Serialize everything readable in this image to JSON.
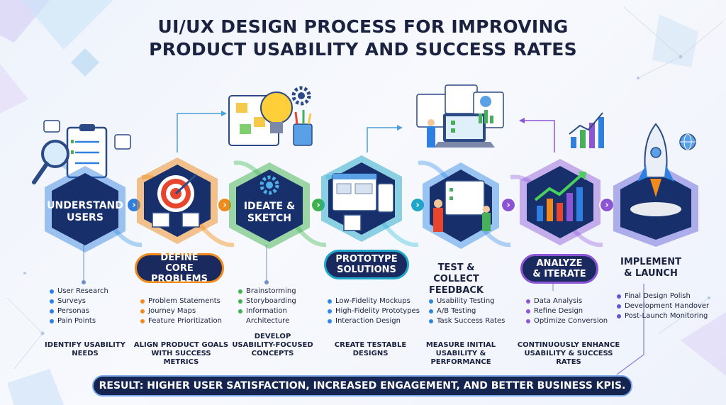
{
  "title": {
    "line1": "UI/UX DESIGN PROCESS FOR IMPROVING",
    "line2": "PRODUCT USABILITY AND SUCCESS RATES"
  },
  "stages": [
    {
      "label": "UNDERSTAND USERS",
      "color": "#2f7fe0",
      "bullets": [
        "User Research",
        "Surveys",
        "Personas",
        "Pain Points"
      ],
      "summary": "IDENTIFY USABILITY NEEDS"
    },
    {
      "label": "DEFINE CORE PROBLEMS",
      "color": "#f08a1c",
      "bullets": [
        "Problem Statements",
        "Journey Maps",
        "Feature Prioritization"
      ],
      "summary": "ALIGN PRODUCT GOALS WITH SUCCESS METRICS"
    },
    {
      "label": "IDEATE & SKETCH",
      "color": "#3fb24f",
      "bullets": [
        "Brainstorming",
        "Storyboarding",
        "Information Architecture"
      ],
      "summary": "DEVELOP USABILITY-FOCUSED CONCEPTS"
    },
    {
      "label": "PROTOTYPE SOLUTIONS",
      "color": "#1fa6c8",
      "bullets": [
        "Low-Fidelity Mockups",
        "High-Fidelity Prototypes",
        "Interaction Design"
      ],
      "summary": "CREATE TESTABLE DESIGNS"
    },
    {
      "label": "TEST & COLLECT FEEDBACK",
      "color": "#2b86e6",
      "bullets": [
        "Usability Testing",
        "A/B Testing",
        "Task Success Rates"
      ],
      "summary": "MEASURE INITIAL USABILITY & PERFORMANCE"
    },
    {
      "label": "ANALYZE & ITERATE",
      "color": "#8b55d6",
      "bullets": [
        "Data Analysis",
        "Refine Design",
        "Optimize Conversion"
      ],
      "summary": "CONTINUOUSLY ENHANCE USABILITY & SUCCESS RATES"
    },
    {
      "label": "IMPLEMENT & LAUNCH",
      "color": "#5b57d8",
      "bullets": [
        "Final Design Polish",
        "Development Handover",
        "Post-Launch Monitoring"
      ],
      "summary": ""
    }
  ],
  "result": "RESULT: HIGHER USER SATISFACTION, INCREASED ENGAGEMENT, AND BETTER BUSINESS KPIS.",
  "icons": [
    "clipboard-icon",
    "magnifier-icon",
    "target-icon",
    "lightbulb-icon",
    "gear-icon",
    "wireframe-icon",
    "laptop-icon",
    "tester-icon",
    "growth-chart-icon",
    "rocket-icon",
    "globe-icon"
  ]
}
